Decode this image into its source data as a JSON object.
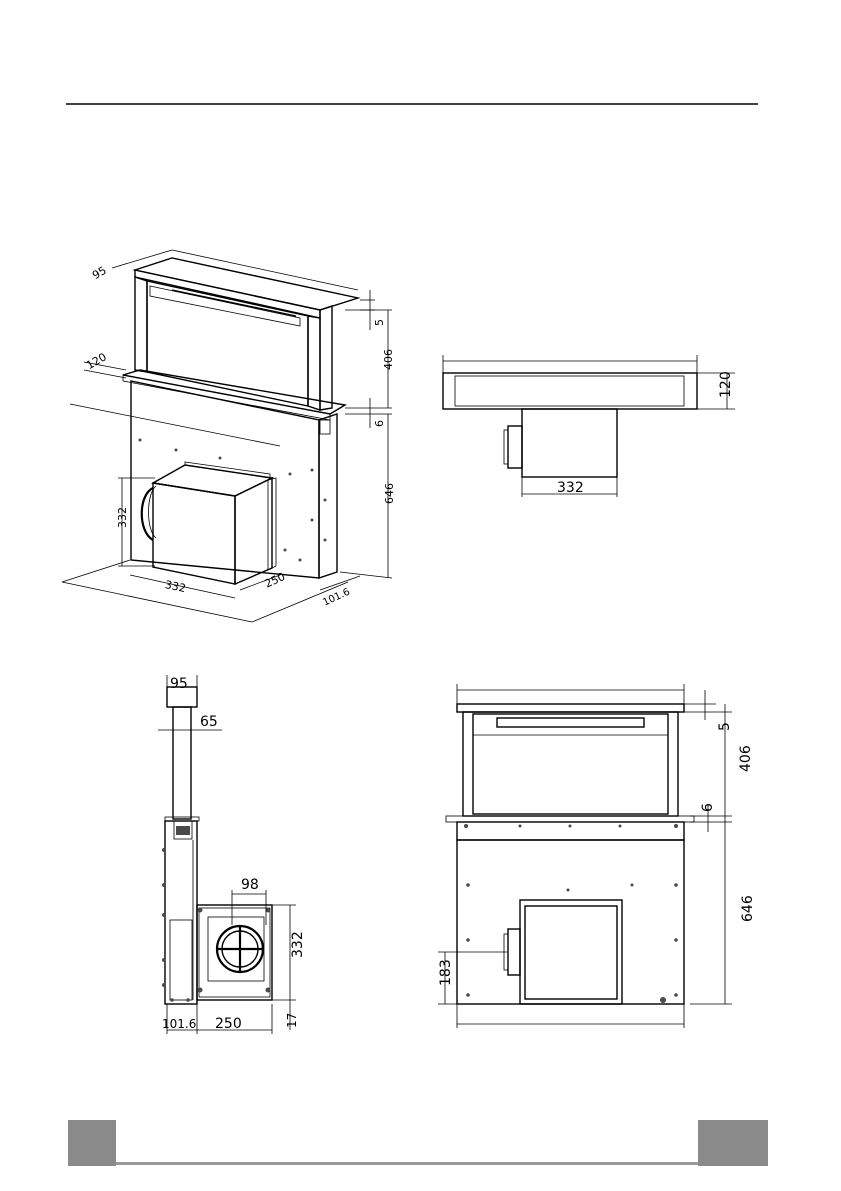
{
  "views": {
    "iso": {
      "dims": {
        "d95": "95",
        "d120": "120",
        "d5": "5",
        "d406": "406",
        "d6": "6",
        "d646": "646",
        "d332v": "332",
        "d332h": "332",
        "d250": "250",
        "d101": "101.6"
      }
    },
    "top": {
      "dims": {
        "d120": "120",
        "d332": "332"
      }
    },
    "side": {
      "dims": {
        "d95": "95",
        "d65": "65",
        "d98": "98",
        "d332": "332",
        "d101": "101.6",
        "d250": "250",
        "d17": "17"
      }
    },
    "front": {
      "dims": {
        "d5": "5",
        "d406": "406",
        "d6": "6",
        "d646": "646",
        "d183": "183"
      }
    }
  },
  "colors": {
    "line": "#000000",
    "tab": "#8a8a8a"
  }
}
